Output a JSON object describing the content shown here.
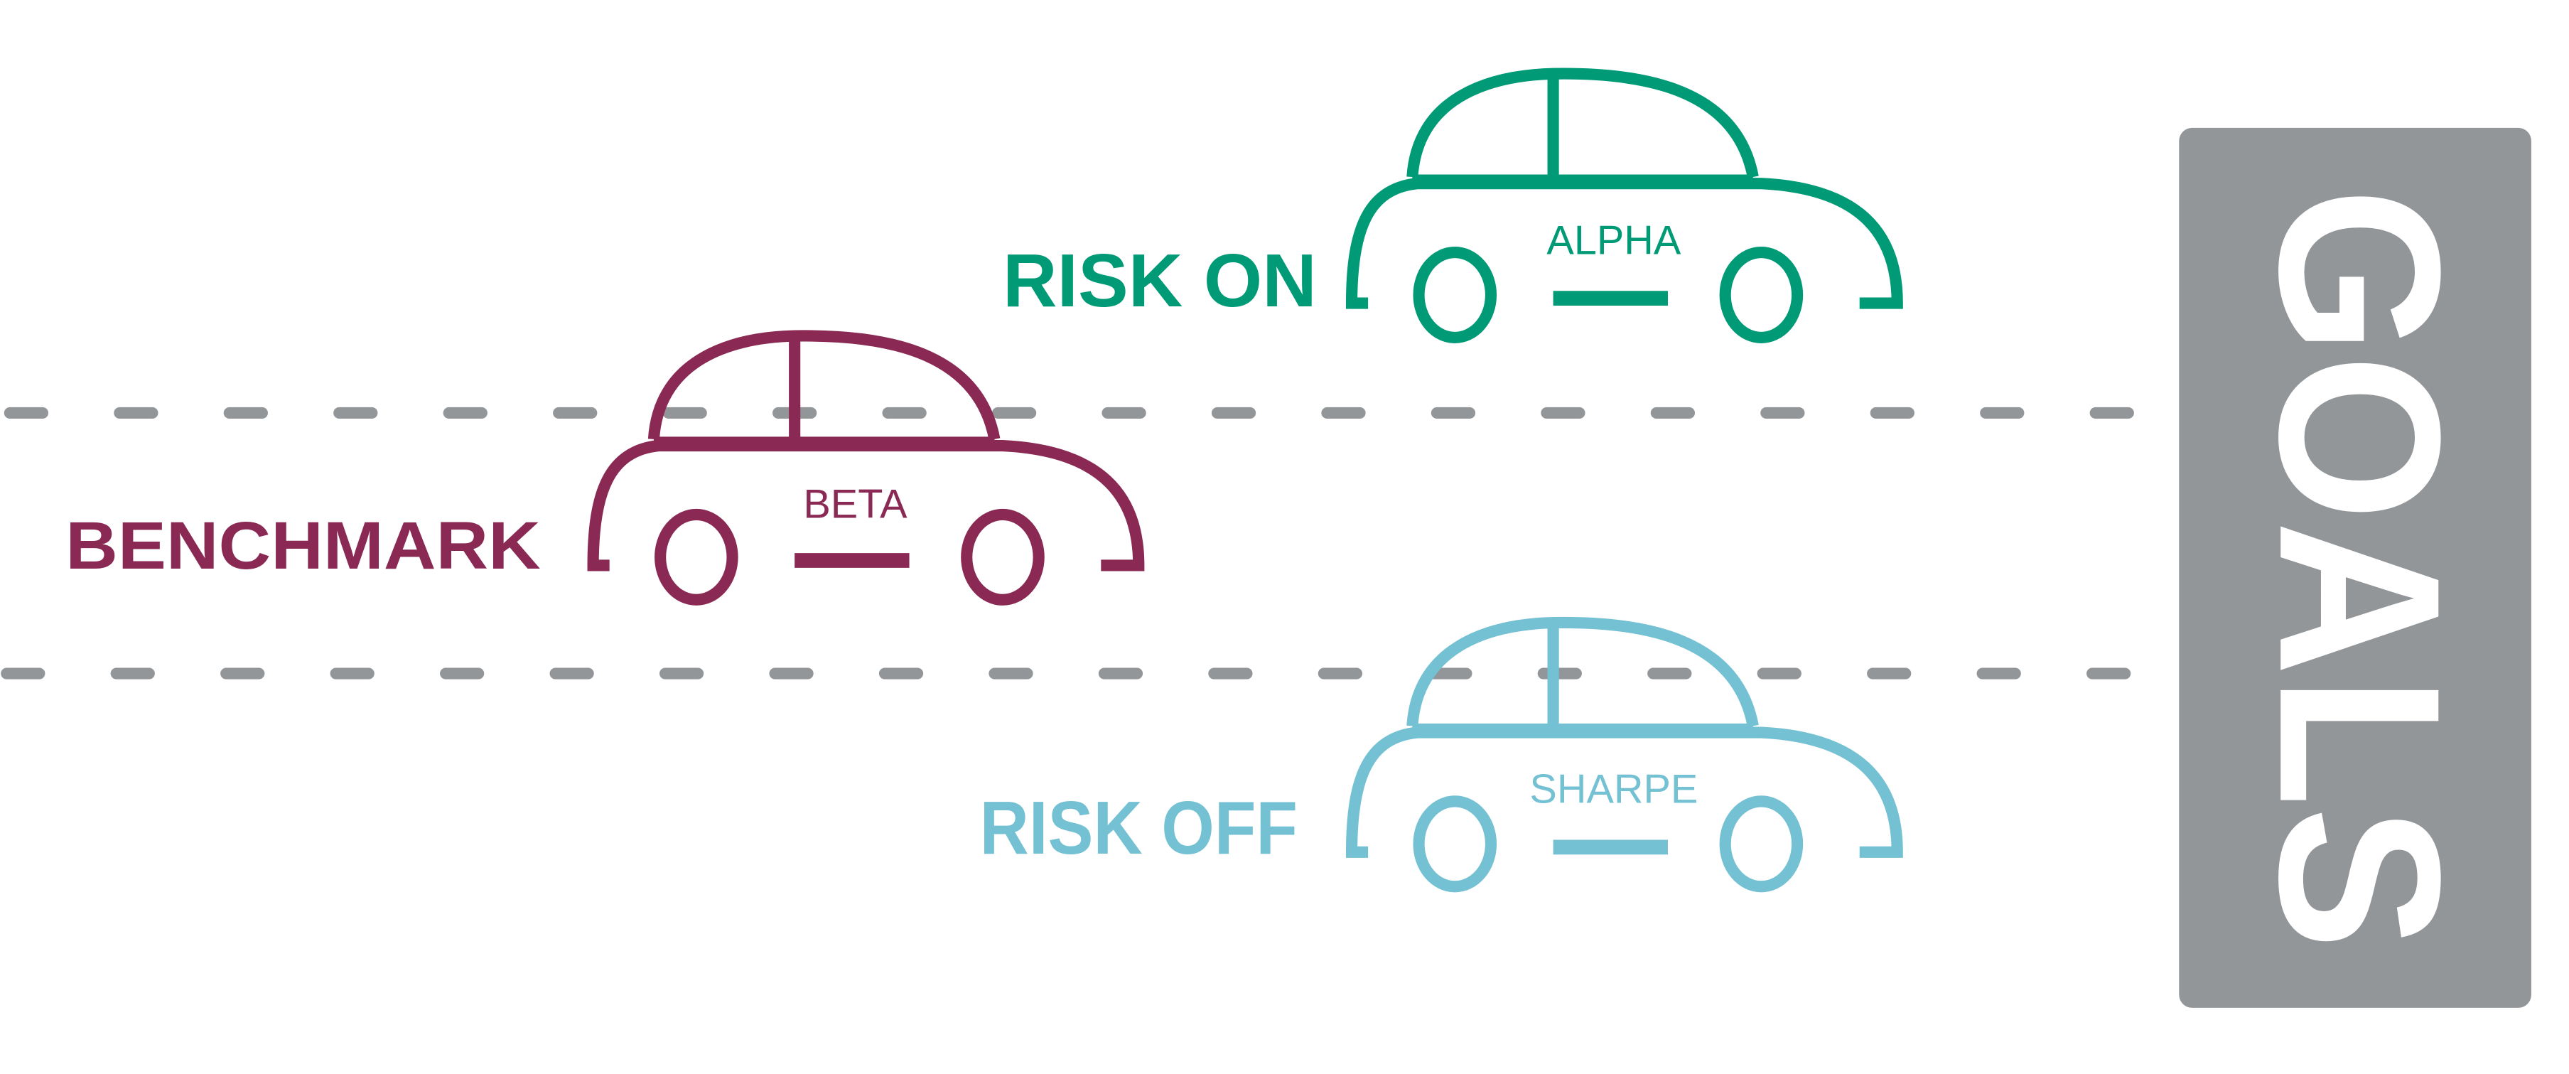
{
  "colors": {
    "risk_on": "#009a77",
    "benchmark": "#8a2a54",
    "risk_off": "#74c1d3",
    "lane": "#939699",
    "goals_box": "#939699"
  },
  "lanes": {
    "risk_on": {
      "label": "RISK ON",
      "car_label": "ALPHA"
    },
    "benchmark": {
      "label": "BENCHMARK",
      "car_label": "BETA"
    },
    "risk_off": {
      "label": "RISK OFF",
      "car_label": "SHARPE"
    }
  },
  "goals": {
    "label": "GOALS"
  },
  "icons": {
    "car": "car-icon",
    "lane_marker": "dashed-lane-line"
  }
}
